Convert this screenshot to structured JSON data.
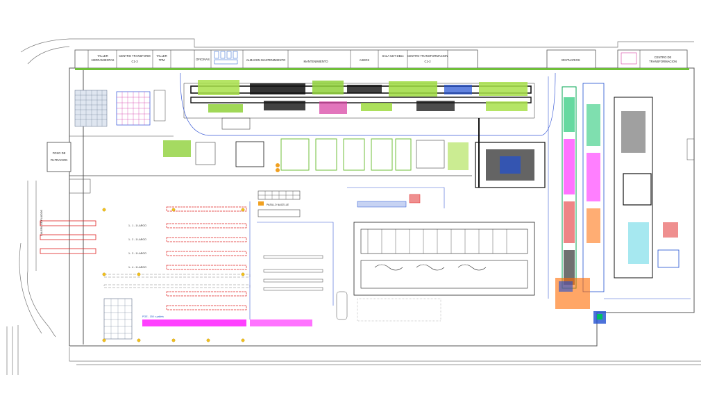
{
  "top_rooms": [
    {
      "id": "taller-herramientas",
      "lines": [
        "TALLER",
        "HERRAMIENTAS"
      ]
    },
    {
      "id": "centro-transform-c1-3",
      "lines": [
        "CENTRO TRANSFORM",
        "C1-3"
      ]
    },
    {
      "id": "taller-tpm",
      "lines": [
        "TALLER",
        "TPM"
      ]
    },
    {
      "id": "oficinas",
      "lines": [
        "OFICINAS"
      ]
    },
    {
      "id": "almacen-mantenimiento",
      "lines": [
        "ALMACEN MANTENIMIENTO"
      ]
    },
    {
      "id": "mantenimiento",
      "lines": [
        "MANTENIMIENTO"
      ]
    },
    {
      "id": "aseos",
      "lines": [
        "ASEOS"
      ]
    },
    {
      "id": "sala-uet",
      "lines": [
        "SALA UET DBxx"
      ]
    },
    {
      "id": "centro-transformacion-c1-2",
      "lines": [
        "CENTRO TRANSFORMACION",
        "C1-2"
      ]
    },
    {
      "id": "vestuarios",
      "lines": [
        "VESTUARIOS"
      ]
    },
    {
      "id": "centro-de-transformacion",
      "lines": [
        "CENTRO DE",
        "TRANSFORMACION"
      ]
    }
  ],
  "fosa": {
    "lines": [
      "FOSO DE",
      "FILTRACION"
    ]
  },
  "galeria": "GALERIA DE FLUIDOS",
  "pasillo": "PASILLO NACELLE",
  "poe": "POE - 150 x pallets",
  "store_rows": [
    "1 - 1 - 1 LARGO",
    "1 - 2 - 1 LARGO",
    "1 - 3 - 1 LARGO",
    "1 - 4 - 1 LARGO"
  ],
  "colors": {
    "green": "#7ed321",
    "blue": "#1f4fd1",
    "magenta": "#ff00ff",
    "red": "#e02020",
    "cyan": "#00bcd4",
    "orange": "#ff6a00",
    "wall": "#555555",
    "dark": "#111111"
  }
}
